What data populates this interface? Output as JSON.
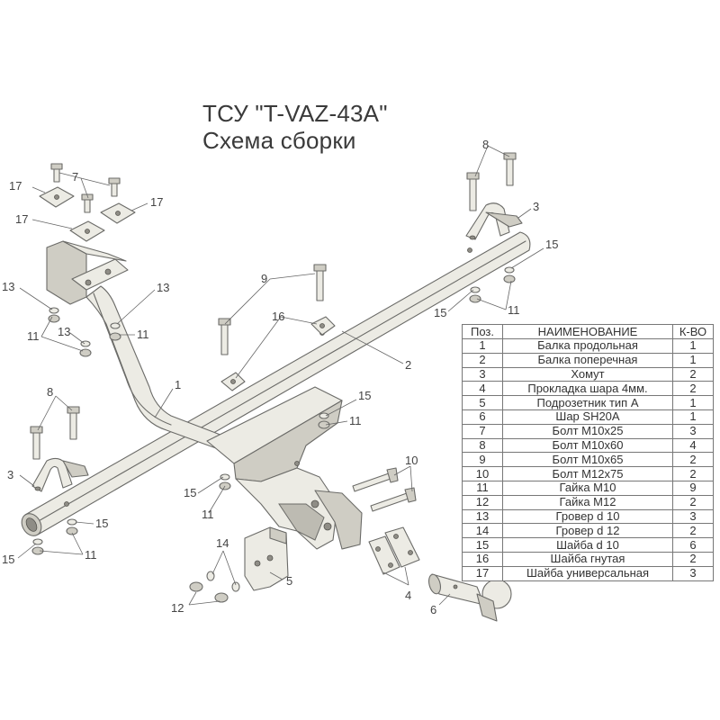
{
  "title": {
    "line1": "ТСУ \"T-VAZ-43A\"",
    "line2": "Схема сборки"
  },
  "table": {
    "headers": [
      "Поз.",
      "НАИМЕНОВАНИЕ",
      "К-ВО"
    ],
    "rows": [
      {
        "pos": "1",
        "name": "Балка продольная",
        "qty": "1"
      },
      {
        "pos": "2",
        "name": "Балка поперечная",
        "qty": "1"
      },
      {
        "pos": "3",
        "name": "Хомут",
        "qty": "2"
      },
      {
        "pos": "4",
        "name": "Прокладка шара 4мм.",
        "qty": "2"
      },
      {
        "pos": "5",
        "name": "Подрозетник тип А",
        "qty": "1"
      },
      {
        "pos": "6",
        "name": "Шар SH20A",
        "qty": "1"
      },
      {
        "pos": "7",
        "name": "Болт М10х25",
        "qty": "3"
      },
      {
        "pos": "8",
        "name": "Болт М10х60",
        "qty": "4"
      },
      {
        "pos": "9",
        "name": "Болт М10х65",
        "qty": "2"
      },
      {
        "pos": "10",
        "name": "Болт М12х75",
        "qty": "2"
      },
      {
        "pos": "11",
        "name": "Гайка М10",
        "qty": "9"
      },
      {
        "pos": "12",
        "name": "Гайка М12",
        "qty": "2"
      },
      {
        "pos": "13",
        "name": "Гровер d 10",
        "qty": "3"
      },
      {
        "pos": "14",
        "name": "Гровер d 12",
        "qty": "2"
      },
      {
        "pos": "15",
        "name": "Шайба d 10",
        "qty": "6"
      },
      {
        "pos": "16",
        "name": "Шайба гнутая",
        "qty": "2"
      },
      {
        "pos": "17",
        "name": "Шайба универсальная",
        "qty": "3"
      }
    ]
  },
  "callouts": [
    "17",
    "7",
    "17",
    "17",
    "13",
    "13",
    "11",
    "13",
    "11",
    "9",
    "16",
    "1",
    "8",
    "3",
    "15",
    "15",
    "11",
    "2",
    "8",
    "3",
    "15",
    "11",
    "15",
    "11",
    "15",
    "11",
    "10",
    "14",
    "5",
    "12",
    "4",
    "6"
  ]
}
